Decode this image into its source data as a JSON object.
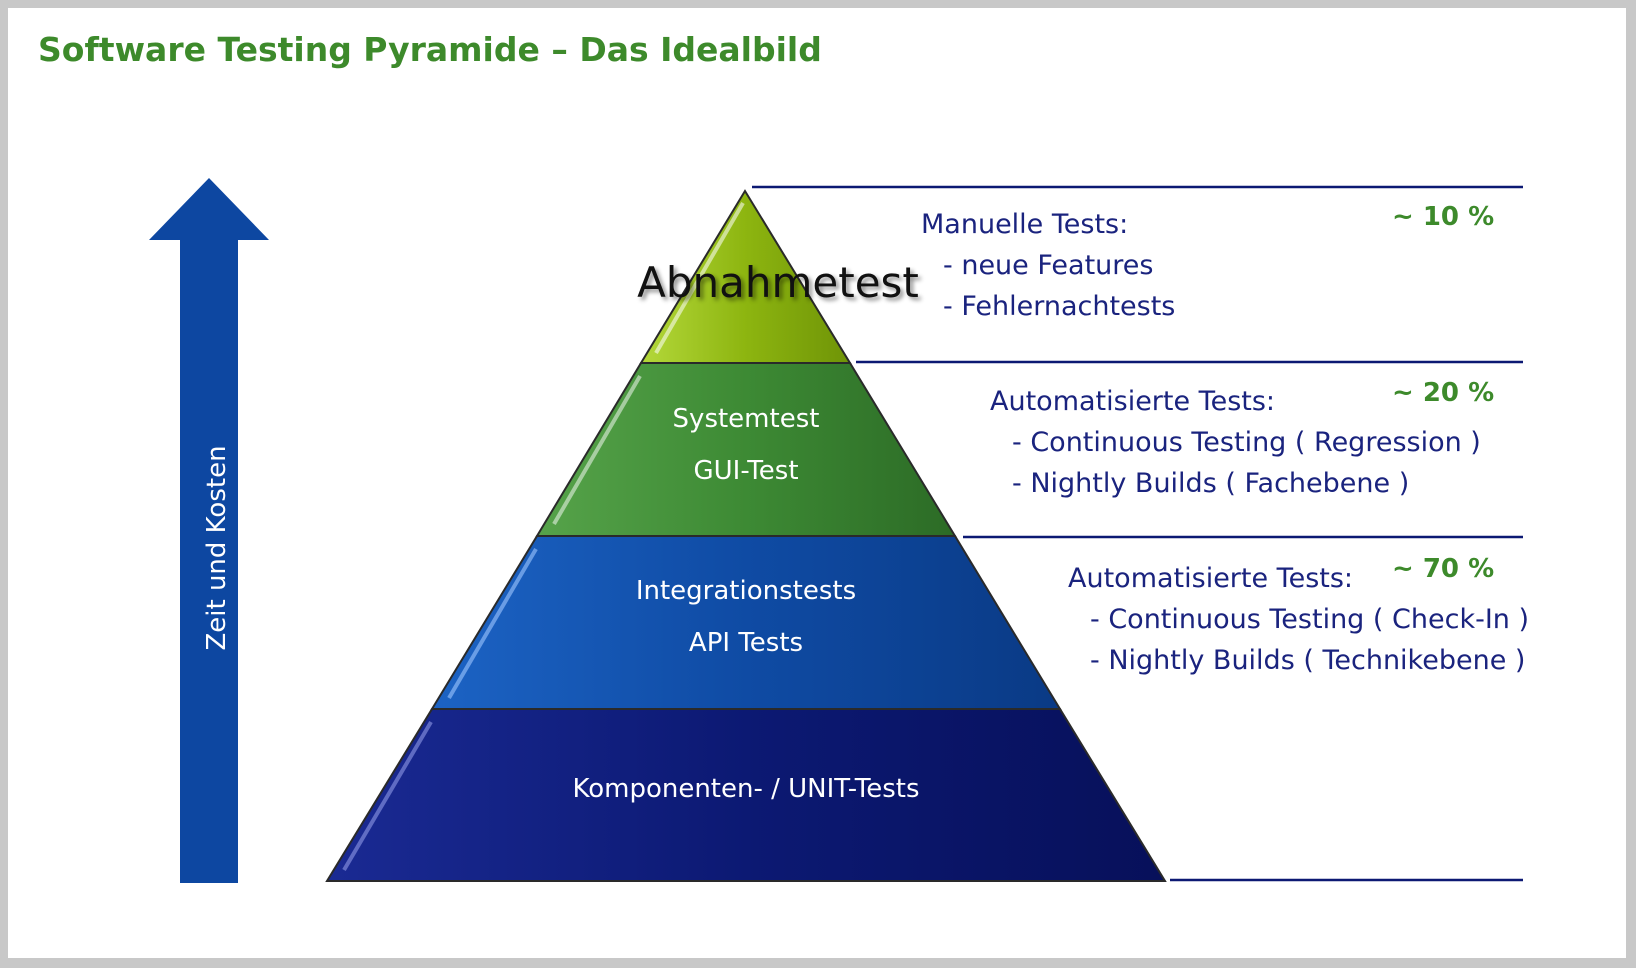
{
  "title": "Software Testing Pyramide – Das Idealbild",
  "arrow": {
    "label": "Zeit und Kosten",
    "color": "#0d47a1"
  },
  "pyramid": {
    "apex_label": "Abnahmetest",
    "layers": [
      {
        "lines": [],
        "color": "#8db510"
      },
      {
        "lines": [
          "Systemtest",
          "GUI-Test"
        ],
        "color": "#3d8a34"
      },
      {
        "lines": [
          "Integrationstests",
          "API Tests"
        ],
        "color": "#0f4ba4"
      },
      {
        "lines": [
          "Komponenten- / UNIT-Tests"
        ],
        "color": "#0c1973"
      }
    ]
  },
  "descriptions": [
    {
      "heading": "Manuelle Tests:",
      "items": [
        "- neue Features",
        "- Fehlernachtests"
      ],
      "percent": "~ 10 %"
    },
    {
      "heading": "Automatisierte Tests:",
      "items": [
        "- Continuous Testing ( Regression )",
        "- Nightly Builds ( Fachebene )"
      ],
      "percent": "~ 20 %"
    },
    {
      "heading": "Automatisierte Tests:",
      "items": [
        "- Continuous Testing ( Check-In )",
        "- Nightly Builds ( Technikebene )"
      ],
      "percent": "~ 70 %"
    }
  ],
  "colors": {
    "title": "#3d8a2b",
    "description": "#1a237e",
    "percent": "#3d8a2b",
    "divider": "#0c1973"
  }
}
